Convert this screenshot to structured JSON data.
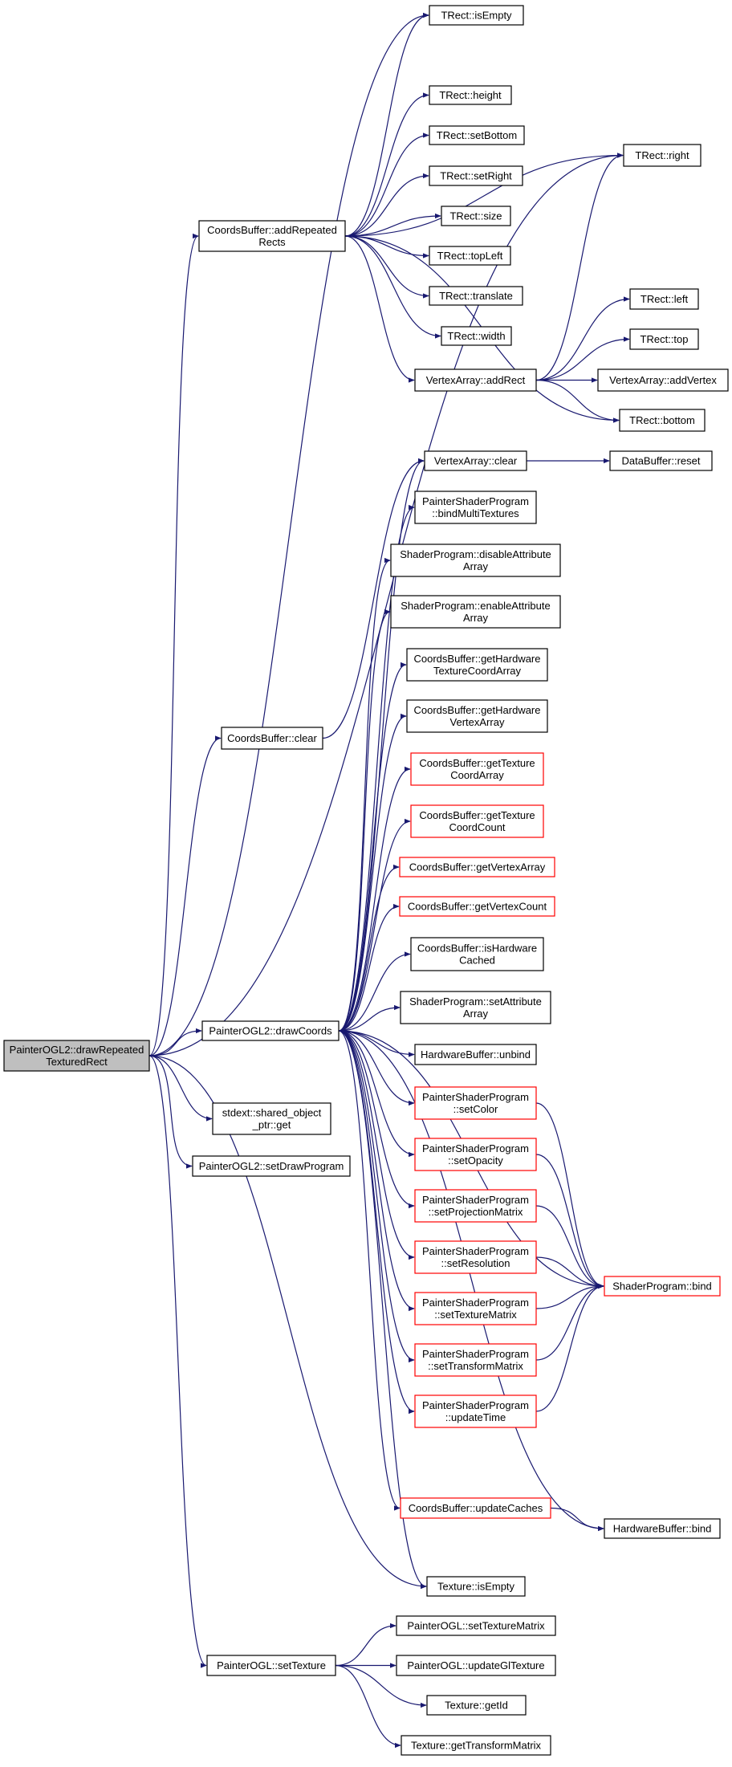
{
  "colors": {
    "edge": "#191970",
    "node_border_normal": "#000000",
    "node_border_highlight": "#ff0000",
    "root_fill": "#bfbfbf",
    "node_fill": "#ffffff"
  },
  "nodes": [
    {
      "id": "root",
      "lines": [
        "PainterOGL2::drawRepeated",
        "TexturedRect"
      ],
      "style": "root"
    },
    {
      "id": "cb_addRepeatedRects",
      "lines": [
        "CoordsBuffer::addRepeated",
        "Rects"
      ],
      "style": "normal"
    },
    {
      "id": "trect_isEmpty",
      "lines": [
        "TRect::isEmpty"
      ],
      "style": "normal"
    },
    {
      "id": "trect_height",
      "lines": [
        "TRect::height"
      ],
      "style": "normal"
    },
    {
      "id": "trect_setBottom",
      "lines": [
        "TRect::setBottom"
      ],
      "style": "normal"
    },
    {
      "id": "trect_setRight",
      "lines": [
        "TRect::setRight"
      ],
      "style": "normal"
    },
    {
      "id": "trect_size",
      "lines": [
        "TRect::size"
      ],
      "style": "normal"
    },
    {
      "id": "trect_topLeft",
      "lines": [
        "TRect::topLeft"
      ],
      "style": "normal"
    },
    {
      "id": "trect_translate",
      "lines": [
        "TRect::translate"
      ],
      "style": "normal"
    },
    {
      "id": "trect_width",
      "lines": [
        "TRect::width"
      ],
      "style": "normal"
    },
    {
      "id": "va_addRect",
      "lines": [
        "VertexArray::addRect"
      ],
      "style": "normal"
    },
    {
      "id": "trect_right",
      "lines": [
        "TRect::right"
      ],
      "style": "normal"
    },
    {
      "id": "trect_left",
      "lines": [
        "TRect::left"
      ],
      "style": "normal"
    },
    {
      "id": "trect_top",
      "lines": [
        "TRect::top"
      ],
      "style": "normal"
    },
    {
      "id": "va_addVertex",
      "lines": [
        "VertexArray::addVertex"
      ],
      "style": "normal"
    },
    {
      "id": "trect_bottom",
      "lines": [
        "TRect::bottom"
      ],
      "style": "normal"
    },
    {
      "id": "cb_clear",
      "lines": [
        "CoordsBuffer::clear"
      ],
      "style": "normal"
    },
    {
      "id": "va_clear",
      "lines": [
        "VertexArray::clear"
      ],
      "style": "normal"
    },
    {
      "id": "db_reset",
      "lines": [
        "DataBuffer::reset"
      ],
      "style": "normal"
    },
    {
      "id": "pogl2_drawCoords",
      "lines": [
        "PainterOGL2::drawCoords"
      ],
      "style": "normal"
    },
    {
      "id": "psp_bindMultiTextures",
      "lines": [
        "PainterShaderProgram",
        "::bindMultiTextures"
      ],
      "style": "normal"
    },
    {
      "id": "sp_disableAttributeArray",
      "lines": [
        "ShaderProgram::disableAttribute",
        "Array"
      ],
      "style": "normal"
    },
    {
      "id": "sp_enableAttributeArray",
      "lines": [
        "ShaderProgram::enableAttribute",
        "Array"
      ],
      "style": "normal"
    },
    {
      "id": "cb_getHardwareTextureCoordArray",
      "lines": [
        "CoordsBuffer::getHardware",
        "TextureCoordArray"
      ],
      "style": "normal"
    },
    {
      "id": "cb_getHardwareVertexArray",
      "lines": [
        "CoordsBuffer::getHardware",
        "VertexArray"
      ],
      "style": "normal"
    },
    {
      "id": "cb_getTextureCoordArray",
      "lines": [
        "CoordsBuffer::getTexture",
        "CoordArray"
      ],
      "style": "highlight"
    },
    {
      "id": "cb_getTextureCoordCount",
      "lines": [
        "CoordsBuffer::getTexture",
        "CoordCount"
      ],
      "style": "highlight"
    },
    {
      "id": "cb_getVertexArray",
      "lines": [
        "CoordsBuffer::getVertexArray"
      ],
      "style": "highlight"
    },
    {
      "id": "cb_getVertexCount",
      "lines": [
        "CoordsBuffer::getVertexCount"
      ],
      "style": "highlight"
    },
    {
      "id": "cb_isHardwareCached",
      "lines": [
        "CoordsBuffer::isHardware",
        "Cached"
      ],
      "style": "normal"
    },
    {
      "id": "sp_setAttributeArray",
      "lines": [
        "ShaderProgram::setAttribute",
        "Array"
      ],
      "style": "normal"
    },
    {
      "id": "hb_unbind",
      "lines": [
        "HardwareBuffer::unbind"
      ],
      "style": "normal"
    },
    {
      "id": "psp_setColor",
      "lines": [
        "PainterShaderProgram",
        "::setColor"
      ],
      "style": "highlight"
    },
    {
      "id": "psp_setOpacity",
      "lines": [
        "PainterShaderProgram",
        "::setOpacity"
      ],
      "style": "highlight"
    },
    {
      "id": "psp_setProjectionMatrix",
      "lines": [
        "PainterShaderProgram",
        "::setProjectionMatrix"
      ],
      "style": "highlight"
    },
    {
      "id": "psp_setResolution",
      "lines": [
        "PainterShaderProgram",
        "::setResolution"
      ],
      "style": "highlight"
    },
    {
      "id": "psp_setTextureMatrix",
      "lines": [
        "PainterShaderProgram",
        "::setTextureMatrix"
      ],
      "style": "highlight"
    },
    {
      "id": "psp_setTransformMatrix",
      "lines": [
        "PainterShaderProgram",
        "::setTransformMatrix"
      ],
      "style": "highlight"
    },
    {
      "id": "psp_updateTime",
      "lines": [
        "PainterShaderProgram",
        "::updateTime"
      ],
      "style": "highlight"
    },
    {
      "id": "sp_bind",
      "lines": [
        "ShaderProgram::bind"
      ],
      "style": "highlight"
    },
    {
      "id": "cb_updateCaches",
      "lines": [
        "CoordsBuffer::updateCaches"
      ],
      "style": "highlight"
    },
    {
      "id": "hb_bind",
      "lines": [
        "HardwareBuffer::bind"
      ],
      "style": "normal"
    },
    {
      "id": "tex_isEmpty",
      "lines": [
        "Texture::isEmpty"
      ],
      "style": "normal"
    },
    {
      "id": "sop_get",
      "lines": [
        "stdext::shared_object",
        "_ptr::get"
      ],
      "style": "normal"
    },
    {
      "id": "pogl2_setDrawProgram",
      "lines": [
        "PainterOGL2::setDrawProgram"
      ],
      "style": "normal"
    },
    {
      "id": "pogl_setTexture",
      "lines": [
        "PainterOGL::setTexture"
      ],
      "style": "normal"
    },
    {
      "id": "pogl_setTextureMatrix",
      "lines": [
        "PainterOGL::setTextureMatrix"
      ],
      "style": "normal"
    },
    {
      "id": "pogl_updateGlTexture",
      "lines": [
        "PainterOGL::updateGlTexture"
      ],
      "style": "normal"
    },
    {
      "id": "tex_getId",
      "lines": [
        "Texture::getId"
      ],
      "style": "normal"
    },
    {
      "id": "tex_getTransformMatrix",
      "lines": [
        "Texture::getTransformMatrix"
      ],
      "style": "normal"
    }
  ],
  "edges": [
    [
      "root",
      "cb_addRepeatedRects"
    ],
    [
      "root",
      "trect_isEmpty"
    ],
    [
      "root",
      "trect_right"
    ],
    [
      "root",
      "cb_clear"
    ],
    [
      "root",
      "pogl2_drawCoords"
    ],
    [
      "root",
      "sop_get"
    ],
    [
      "root",
      "pogl2_setDrawProgram"
    ],
    [
      "root",
      "pogl_setTexture"
    ],
    [
      "root",
      "tex_isEmpty"
    ],
    [
      "cb_addRepeatedRects",
      "trect_isEmpty"
    ],
    [
      "cb_addRepeatedRects",
      "trect_height"
    ],
    [
      "cb_addRepeatedRects",
      "trect_setBottom"
    ],
    [
      "cb_addRepeatedRects",
      "trect_setRight"
    ],
    [
      "cb_addRepeatedRects",
      "trect_size"
    ],
    [
      "cb_addRepeatedRects",
      "trect_topLeft"
    ],
    [
      "cb_addRepeatedRects",
      "trect_translate"
    ],
    [
      "cb_addRepeatedRects",
      "trect_width"
    ],
    [
      "cb_addRepeatedRects",
      "va_addRect"
    ],
    [
      "cb_addRepeatedRects",
      "trect_right"
    ],
    [
      "cb_addRepeatedRects",
      "trect_bottom"
    ],
    [
      "va_addRect",
      "trect_right"
    ],
    [
      "va_addRect",
      "trect_left"
    ],
    [
      "va_addRect",
      "trect_top"
    ],
    [
      "va_addRect",
      "va_addVertex"
    ],
    [
      "va_addRect",
      "trect_bottom"
    ],
    [
      "cb_clear",
      "va_clear"
    ],
    [
      "va_clear",
      "db_reset"
    ],
    [
      "pogl2_drawCoords",
      "psp_bindMultiTextures"
    ],
    [
      "pogl2_drawCoords",
      "sp_disableAttributeArray"
    ],
    [
      "pogl2_drawCoords",
      "sp_enableAttributeArray"
    ],
    [
      "pogl2_drawCoords",
      "cb_getHardwareTextureCoordArray"
    ],
    [
      "pogl2_drawCoords",
      "cb_getHardwareVertexArray"
    ],
    [
      "pogl2_drawCoords",
      "cb_getTextureCoordArray"
    ],
    [
      "pogl2_drawCoords",
      "cb_getTextureCoordCount"
    ],
    [
      "pogl2_drawCoords",
      "cb_getVertexArray"
    ],
    [
      "pogl2_drawCoords",
      "cb_getVertexCount"
    ],
    [
      "pogl2_drawCoords",
      "cb_isHardwareCached"
    ],
    [
      "pogl2_drawCoords",
      "sp_setAttributeArray"
    ],
    [
      "pogl2_drawCoords",
      "hb_unbind"
    ],
    [
      "pogl2_drawCoords",
      "psp_setColor"
    ],
    [
      "pogl2_drawCoords",
      "psp_setOpacity"
    ],
    [
      "pogl2_drawCoords",
      "psp_setProjectionMatrix"
    ],
    [
      "pogl2_drawCoords",
      "psp_setResolution"
    ],
    [
      "pogl2_drawCoords",
      "psp_setTextureMatrix"
    ],
    [
      "pogl2_drawCoords",
      "psp_setTransformMatrix"
    ],
    [
      "pogl2_drawCoords",
      "psp_updateTime"
    ],
    [
      "pogl2_drawCoords",
      "sp_bind"
    ],
    [
      "pogl2_drawCoords",
      "cb_updateCaches"
    ],
    [
      "pogl2_drawCoords",
      "hb_bind"
    ],
    [
      "pogl2_drawCoords",
      "tex_isEmpty"
    ],
    [
      "pogl2_drawCoords",
      "va_clear"
    ],
    [
      "psp_setColor",
      "sp_bind"
    ],
    [
      "psp_setOpacity",
      "sp_bind"
    ],
    [
      "psp_setProjectionMatrix",
      "sp_bind"
    ],
    [
      "psp_setResolution",
      "sp_bind"
    ],
    [
      "psp_setTextureMatrix",
      "sp_bind"
    ],
    [
      "psp_setTransformMatrix",
      "sp_bind"
    ],
    [
      "psp_updateTime",
      "sp_bind"
    ],
    [
      "cb_updateCaches",
      "hb_bind"
    ],
    [
      "pogl_setTexture",
      "pogl_setTextureMatrix"
    ],
    [
      "pogl_setTexture",
      "pogl_updateGlTexture"
    ],
    [
      "pogl_setTexture",
      "tex_getId"
    ],
    [
      "pogl_setTexture",
      "tex_getTransformMatrix"
    ]
  ]
}
